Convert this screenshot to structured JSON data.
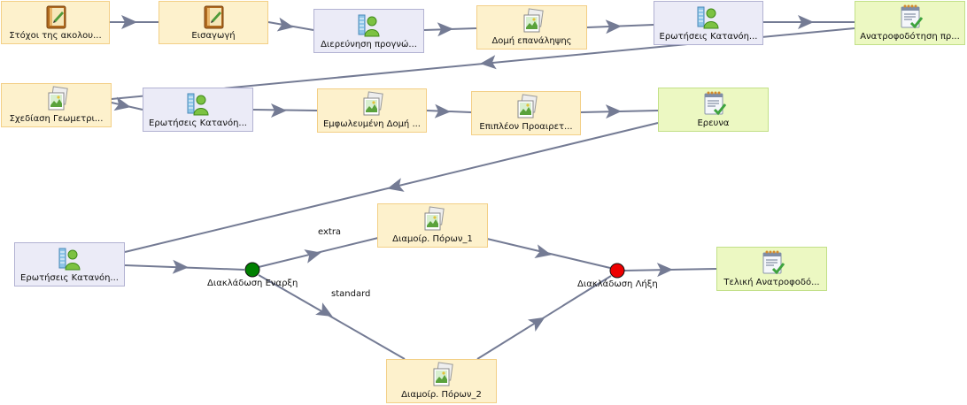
{
  "activities": {
    "n1": {
      "label": "Στόχοι της ακολου...",
      "icon": "notebook-icon"
    },
    "n2": {
      "label": "Εισαγωγή",
      "icon": "notebook-icon"
    },
    "n3": {
      "label": "Διερεύνηση προγνώ...",
      "icon": "survey-person-icon"
    },
    "n4": {
      "label": "Δομή επανάληψης",
      "icon": "image-resource-icon"
    },
    "n5": {
      "label": "Ερωτήσεις Κατανόη...",
      "icon": "survey-person-icon"
    },
    "n6": {
      "label": "Ανατροφοδότηση πρ...",
      "icon": "checklist-icon"
    },
    "n7": {
      "label": "Σχεδίαση Γεωμετρι...",
      "icon": "image-resource-icon"
    },
    "n8": {
      "label": "Ερωτήσεις Κατανόη...",
      "icon": "survey-person-icon"
    },
    "n9": {
      "label": "Εμφωλευμένη Δομή ...",
      "icon": "image-resource-icon"
    },
    "n10": {
      "label": "Επιπλέον Προαιρετ...",
      "icon": "image-resource-icon"
    },
    "n11": {
      "label": "Ερευνα",
      "icon": "checklist-icon"
    },
    "n12": {
      "label": "Ερωτήσεις Κατανόη...",
      "icon": "survey-person-icon"
    },
    "n13": {
      "label": "Διαμοίρ. Πόρων_1",
      "icon": "image-resource-icon"
    },
    "n14": {
      "label": "Διαμοίρ. Πόρων_2",
      "icon": "image-resource-icon"
    },
    "n15": {
      "label": "Τελική Ανατροφοδό...",
      "icon": "checklist-icon"
    }
  },
  "gates": {
    "start": {
      "label": "Διακλάδωση Εναρξη",
      "color": "#008000"
    },
    "end": {
      "label": "Διακλάδωση Λήξη",
      "color": "#ee0000"
    }
  },
  "branches": {
    "extra": "extra",
    "standard": "standard"
  },
  "colors": {
    "line": "#747b94",
    "activity_fill": "#fdf1cc",
    "survey_fill": "#ebebf7",
    "feedback_fill": "#ecf8c2"
  }
}
